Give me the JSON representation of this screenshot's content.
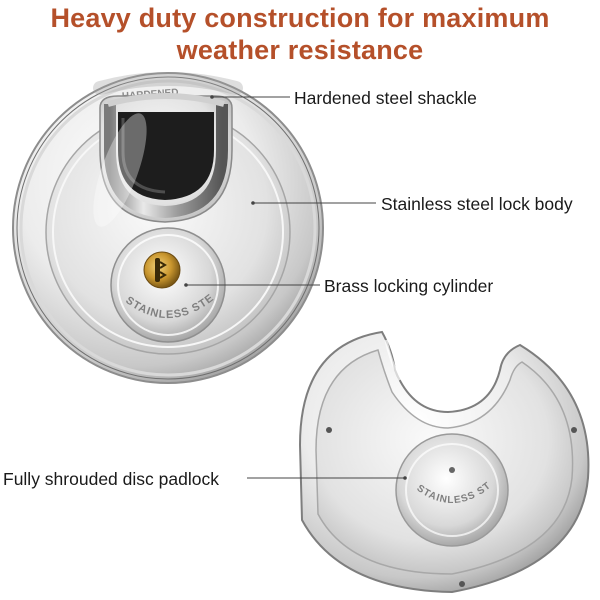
{
  "headline": {
    "line1": "Heavy duty construction for maximum",
    "line2": "weather resistance"
  },
  "callouts": {
    "shackle": "Hardened steel shackle",
    "lock_body": "Stainless steel lock body",
    "cylinder": "Brass locking cylinder",
    "padlock": "Fully shrouded disc padlock"
  },
  "engravings": {
    "hardened": "HARDENED",
    "stainless": "STAINLESS STEEL"
  },
  "colors": {
    "headline": "#b5502a",
    "text": "#1a1a1a",
    "steel_light": "#f4f4f4",
    "steel_mid": "#c9c9c9",
    "steel_dark": "#5a5a5a",
    "brass": "#c9962e"
  }
}
